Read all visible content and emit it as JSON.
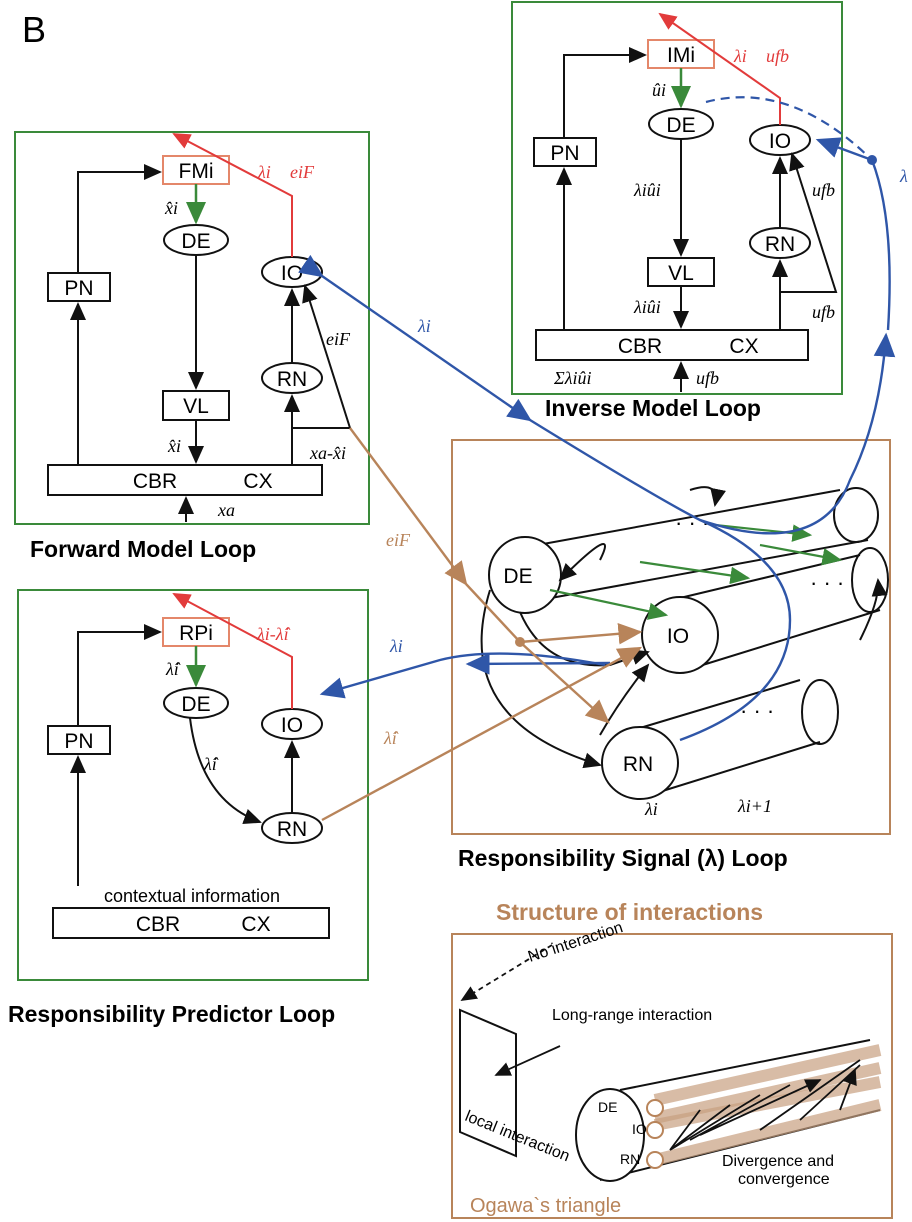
{
  "panel_letter": "B",
  "loops": {
    "forward": {
      "title": "Forward Model Loop",
      "module": "FMi",
      "nodes": {
        "pn": "PN",
        "de": "DE",
        "vl": "VL",
        "io": "IO",
        "rn": "RN",
        "cbr": "CBR",
        "cx": "CX"
      },
      "signals": {
        "lambda_i": "λi",
        "error": "eiF",
        "x_hat_1": "x̂i",
        "x_hat_2": "x̂i",
        "x_a": "xa",
        "diff": "xa-x̂i",
        "e_F_side": "eiF"
      }
    },
    "inverse": {
      "title": "Inverse Model Loop",
      "module": "IMi",
      "nodes": {
        "pn": "PN",
        "de": "DE",
        "vl": "VL",
        "io": "IO",
        "rn": "RN",
        "cbr": "CBR",
        "cx": "CX"
      },
      "signals": {
        "lambda_i": "λi",
        "u_fb_top": "ufb",
        "u_hat": "ûi",
        "lambda_u_1": "λiûi",
        "lambda_u_2": "λiûi",
        "sum": "Σλiûi",
        "u_fb_in": "ufb",
        "u_fb_1": "ufb",
        "u_fb_2": "ufb",
        "lambda_edge": "λ"
      }
    },
    "predictor": {
      "title": "Responsibility Predictor Loop",
      "module": "RPi",
      "nodes": {
        "pn": "PN",
        "de": "DE",
        "io": "IO",
        "rn": "RN",
        "cbr": "CBR",
        "cx": "CX"
      },
      "signals": {
        "diff": "λi-λ̂i",
        "lambda_hat_1": "λ̂i",
        "lambda_hat_2": "λ̂i",
        "context": "contextual information"
      }
    },
    "responsibility": {
      "title": "Responsibility Signal (λ) Loop",
      "nodes": {
        "de": "DE",
        "io": "IO",
        "rn": "RN"
      },
      "signals": {
        "lambda_i": "λi",
        "lambda_next": "λi+1",
        "dots": "· · ·"
      }
    }
  },
  "connectors": {
    "lambda_blue_1": "λi",
    "lambda_blue_2": "λi",
    "lambda_hat_brown": "λ̂i",
    "e_F_brown": "eiF"
  },
  "interactions": {
    "title": "Structure of interactions",
    "no_interaction": "No interaction",
    "long_range": "Long-range interaction",
    "local": "local interaction",
    "de": "DE",
    "io": "IO",
    "rn": "RN",
    "divergence": "Divergence and convergence",
    "triangle": "Ogawa`s triangle"
  },
  "colors": {
    "green": "#3a8a3a",
    "red": "#e23b3b",
    "blue": "#2f56a8",
    "brown": "#b8845a",
    "module_box": "#e4876a"
  }
}
